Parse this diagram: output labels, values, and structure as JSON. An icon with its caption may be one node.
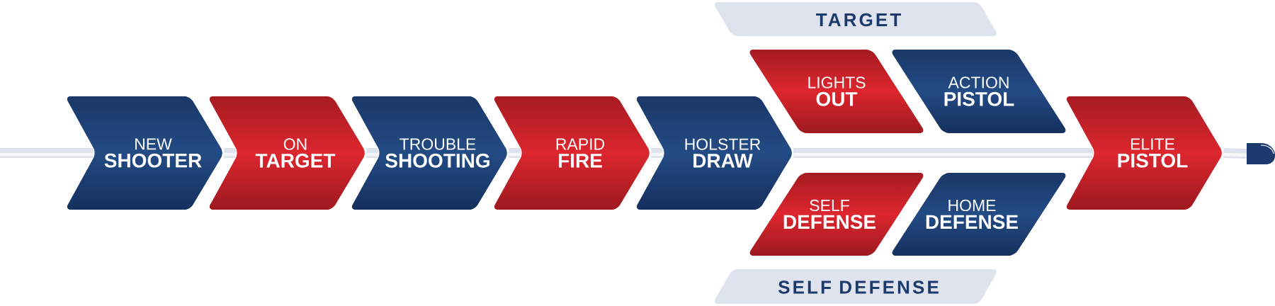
{
  "diagram": {
    "nodes": [
      {
        "text": [
          "NEW",
          "SHOOTER"
        ]
      },
      {
        "text": [
          "ON",
          "TARGET"
        ]
      },
      {
        "text": [
          "TROUBLE",
          "SHOOTING"
        ]
      },
      {
        "text": [
          "RAPID",
          "FIRE"
        ]
      },
      {
        "text": [
          "HOLSTER",
          "DRAW"
        ]
      },
      {
        "text": [
          "TARGET"
        ]
      },
      {
        "text": [
          "LIGHTS",
          "OUT"
        ]
      },
      {
        "text": [
          "ACTION",
          "PISTOL"
        ]
      },
      {
        "text": [
          "SELF",
          "DEFENSE"
        ]
      },
      {
        "text": [
          "HOME",
          "DEFENSE"
        ]
      },
      {
        "text": [
          "SELF DEFENSE"
        ]
      },
      {
        "text": [
          "ELITE",
          "PISTOL"
        ]
      },
      {
        "text": [],
        "shape": "picture"
      }
    ],
    "edges": [
      {
        "from": null,
        "to": 0,
        "arrow": "none"
      },
      {
        "from": 0,
        "to": 1,
        "arrow": "none"
      },
      {
        "from": 1,
        "to": 2,
        "arrow": "none"
      },
      {
        "from": 2,
        "to": 3,
        "arrow": "none"
      },
      {
        "from": 3,
        "to": 4,
        "arrow": "none"
      },
      {
        "from": 4,
        "to": 11,
        "arrow": "none"
      },
      {
        "from": 11,
        "to": 12,
        "arrow": "none"
      }
    ]
  }
}
